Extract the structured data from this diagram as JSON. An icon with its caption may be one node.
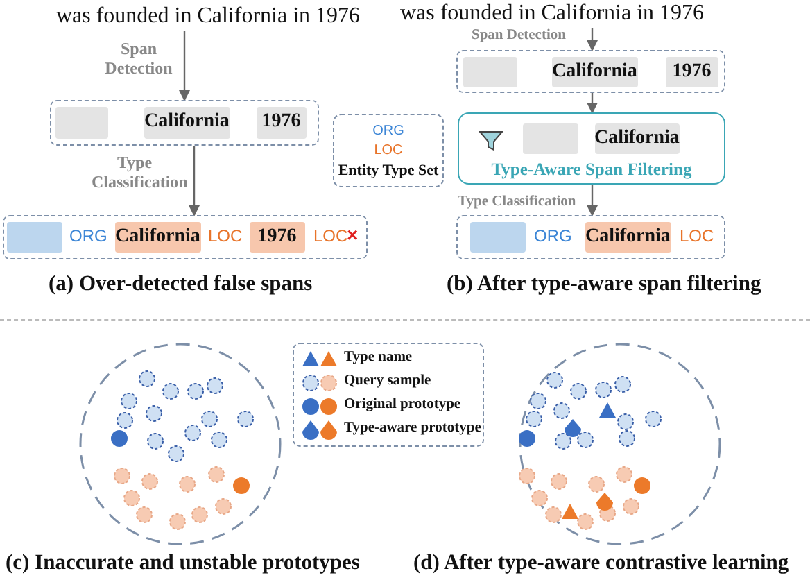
{
  "diagram": {
    "nodes": [
      {
        "text": [
          "was founded in California in 1976"
        ]
      },
      {
        "text": [],
        "shape": "box"
      },
      {
        "text": [],
        "shape": "box",
        "in": 1
      },
      {
        "text": [
          "California"
        ],
        "in": 1
      },
      {
        "text": [
          "1976"
        ],
        "in": 1
      },
      {
        "text": [],
        "shape": "box"
      },
      {
        "text": [],
        "shape": "box",
        "in": 5,
        "beside": [
          "ORG"
        ]
      },
      {
        "text": [
          "California"
        ],
        "in": 5,
        "beside": [
          "LOC"
        ]
      },
      {
        "text": [
          "1976"
        ],
        "in": 5,
        "beside": [
          "LOC",
          "×"
        ]
      },
      {
        "text": [
          "ORG",
          "LOC",
          "Entity Type Set"
        ]
      },
      {
        "text": [
          "was founded in California in 1976"
        ]
      },
      {
        "text": [],
        "shape": "box"
      },
      {
        "text": [],
        "shape": "box",
        "in": 11
      },
      {
        "text": [
          "California"
        ],
        "in": 11
      },
      {
        "text": [
          "1976"
        ],
        "in": 11
      },
      {
        "text": [
          "Type-Aware Span Filtering"
        ]
      },
      {
        "text": [],
        "shape": "box",
        "in": 15
      },
      {
        "text": [
          "California"
        ],
        "in": 15
      },
      {
        "text": [],
        "shape": "box"
      },
      {
        "text": [],
        "shape": "box",
        "in": 18,
        "beside": [
          "ORG"
        ]
      },
      {
        "text": [
          "California"
        ],
        "in": 18,
        "beside": [
          "LOC"
        ]
      }
    ],
    "edges": [
      {
        "from": 0,
        "to": 1,
        "arrow": "to",
        "label": "Span Detection"
      },
      {
        "from": 1,
        "to": 5,
        "arrow": "to",
        "label": "Type Classification"
      },
      {
        "from": 10,
        "to": 11,
        "arrow": "to",
        "label": "Span Detection"
      },
      {
        "from": 11,
        "to": 15,
        "arrow": "to"
      },
      {
        "from": 15,
        "to": 18,
        "arrow": "to",
        "label": "Type Classification"
      }
    ],
    "labels": [
      "(a) Over-detected false spans",
      "(b) After type-aware span filtering",
      "(c) Inaccurate and unstable prototypes",
      "(d) After type-aware contrastive learning"
    ],
    "legend": [
      {
        "text": "Type name"
      },
      {
        "text": "Query sample"
      },
      {
        "text": "Original prototype"
      },
      {
        "text": "Type-aware prototype"
      }
    ]
  }
}
